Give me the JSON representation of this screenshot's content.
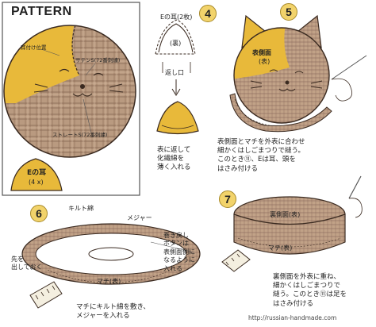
{
  "pattern_box": {
    "title": "PATTERN",
    "labels": {
      "ear_mark": "耳付け位置",
      "satin_stitch": "サテンS(72番刺繍)",
      "straight_stitch": "ストレートS(72番刺繍)",
      "ear_piece_name": "Eの耳",
      "ear_piece_count": "(4 x)"
    }
  },
  "step4": {
    "number": "4",
    "ear_label": "Eの耳(2枚)",
    "back_label": "(裏)",
    "opening_label": "返し口",
    "caption": [
      "表に返して",
      "化繊綿を",
      "薄く入れる"
    ]
  },
  "step5": {
    "number": "5",
    "side_label": "表側面",
    "side_label_2": "(表)",
    "caption": [
      "表側面とマチを外表に合わせ",
      "細かくはしごまつりで縫う。",
      "このとき⑪、Eは耳、頭を",
      "はさみ付ける"
    ]
  },
  "step6": {
    "number": "6",
    "batting_label": "キルト綿",
    "measure_label": "メジャー",
    "tip_label": [
      "先を",
      "出しておく"
    ],
    "gusset_label": "マチ(表)",
    "button_note": [
      "巻き戻し",
      "ボタンは",
      "表側面側に",
      "なるように",
      "入れる"
    ],
    "caption": [
      "マチにキルト綿を敷き、",
      "メジャーを入れる"
    ]
  },
  "step7": {
    "number": "7",
    "back_side_label": "裏側面(表)",
    "gusset_label": "マチ(表)",
    "caption": [
      "裏側面を外表に重ね、",
      "細かくはしごまつりで",
      "縫う。このとき⑪は足を",
      "はさみ付ける"
    ],
    "url": "http://russian-handmade.com"
  },
  "colors": {
    "yellow": "#e8b93a",
    "plaid": "#b08d72",
    "plaid_line": "#7a5a48",
    "badge": "#f2d36b",
    "outline": "#3a2a20"
  }
}
